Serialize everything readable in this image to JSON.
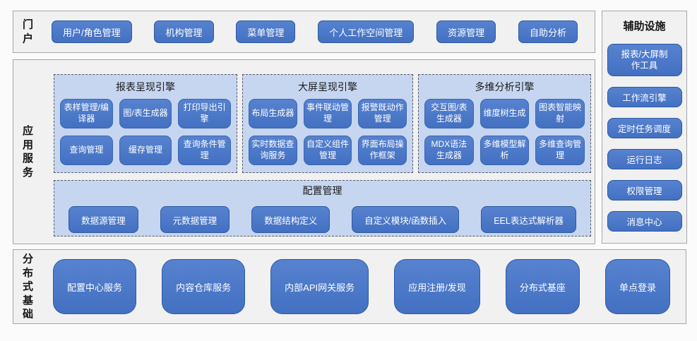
{
  "colors": {
    "button_blue": "#4573c5",
    "button_border": "#2d5aa3",
    "panel_light_blue": "#c6d6f1",
    "section_gray": "#f1f1f1",
    "section_border": "#a6a6a6"
  },
  "portal": {
    "label": "门户",
    "buttons": [
      "用户/角色管理",
      "机构管理",
      "菜单管理",
      "个人工作空间管理",
      "资源管理",
      "自助分析"
    ]
  },
  "app_services": {
    "label": "应用服务",
    "engines": [
      {
        "title": "报表呈现引擎",
        "items": [
          "表样管理/编译器",
          "图/表生成器",
          "打印导出引擎",
          "查询管理",
          "缓存管理",
          "查询条件管理"
        ]
      },
      {
        "title": "大屏呈现引擎",
        "items": [
          "布局生成器",
          "事件联动管理",
          "报警既动作管理",
          "实时数据查询服务",
          "自定义组件管理",
          "界面布局操作框架"
        ]
      },
      {
        "title": "多维分析引擎",
        "items": [
          "交互图/表生成器",
          "维度树生成",
          "图表智能映射",
          "MDX语法生成器",
          "多维模型解析",
          "多维查询管理"
        ]
      }
    ],
    "config": {
      "title": "配置管理",
      "buttons": [
        "数据源管理",
        "元数据管理",
        "数据结构定义",
        "自定义模块/函数插入",
        "EEL表达式解析器"
      ]
    }
  },
  "auxiliary": {
    "title": "辅助设施",
    "buttons": [
      "报表/大屏制作工具",
      "工作流引擎",
      "定时任务调度",
      "运行日志",
      "权限管理",
      "消息中心"
    ]
  },
  "foundation": {
    "label": "分布式基础",
    "buttons": [
      "配置中心服务",
      "内容仓库服务",
      "内部API网关服务",
      "应用注册/发现",
      "分布式基座",
      "单点登录"
    ]
  }
}
